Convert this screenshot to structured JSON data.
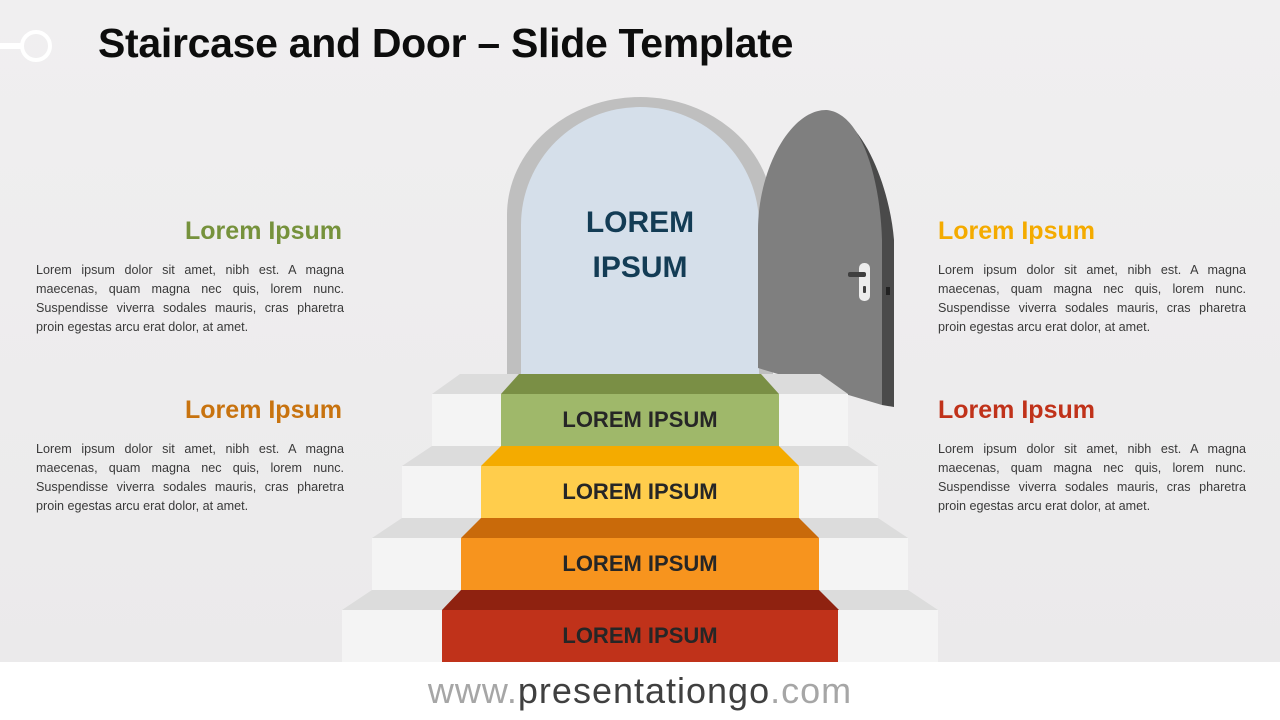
{
  "slide": {
    "title": "Staircase and Door – Slide Template"
  },
  "door": {
    "line1": "LOREM",
    "line2": "IPSUM"
  },
  "steps": [
    {
      "label": "LOREM IPSUM",
      "face": "#9fb86a",
      "top": "#7a8f45"
    },
    {
      "label": "LOREM IPSUM",
      "face": "#ffcd4c",
      "top": "#f4ab00"
    },
    {
      "label": "LOREM IPSUM",
      "face": "#f7941e",
      "top": "#c96a0a"
    },
    {
      "label": "LOREM IPSUM",
      "face": "#c0321a",
      "top": "#8f2210"
    }
  ],
  "blocks": {
    "left_top": {
      "title": "Lorem Ipsum",
      "color": "#76923c",
      "text": "Lorem ipsum dolor sit amet, nibh est. A magna maecenas, quam magna nec quis, lorem nunc. Suspendisse viverra sodales mauris, cras pharetra proin egestas arcu erat dolor, at amet."
    },
    "left_bottom": {
      "title": "Lorem Ipsum",
      "color": "#c8730f",
      "text": "Lorem ipsum dolor sit amet, nibh est. A magna maecenas, quam magna nec quis, lorem nunc. Suspendisse viverra sodales mauris, cras pharetra proin egestas arcu erat dolor, at amet."
    },
    "right_top": {
      "title": "Lorem Ipsum",
      "color": "#f4ab00",
      "text": "Lorem ipsum dolor sit amet, nibh est. A magna maecenas, quam magna nec quis, lorem nunc. Suspendisse viverra sodales mauris, cras pharetra proin egestas arcu erat dolor, at amet."
    },
    "right_bottom": {
      "title": "Lorem Ipsum",
      "color": "#c0321a",
      "text": "Lorem ipsum dolor sit amet, nibh est. A magna maecenas, quam magna nec quis, lorem nunc. Suspendisse viverra sodales mauris, cras pharetra proin egestas arcu erat dolor, at amet."
    }
  },
  "footer": {
    "prefix": "www.",
    "brand": "presentationgo",
    "suffix": ".com"
  }
}
